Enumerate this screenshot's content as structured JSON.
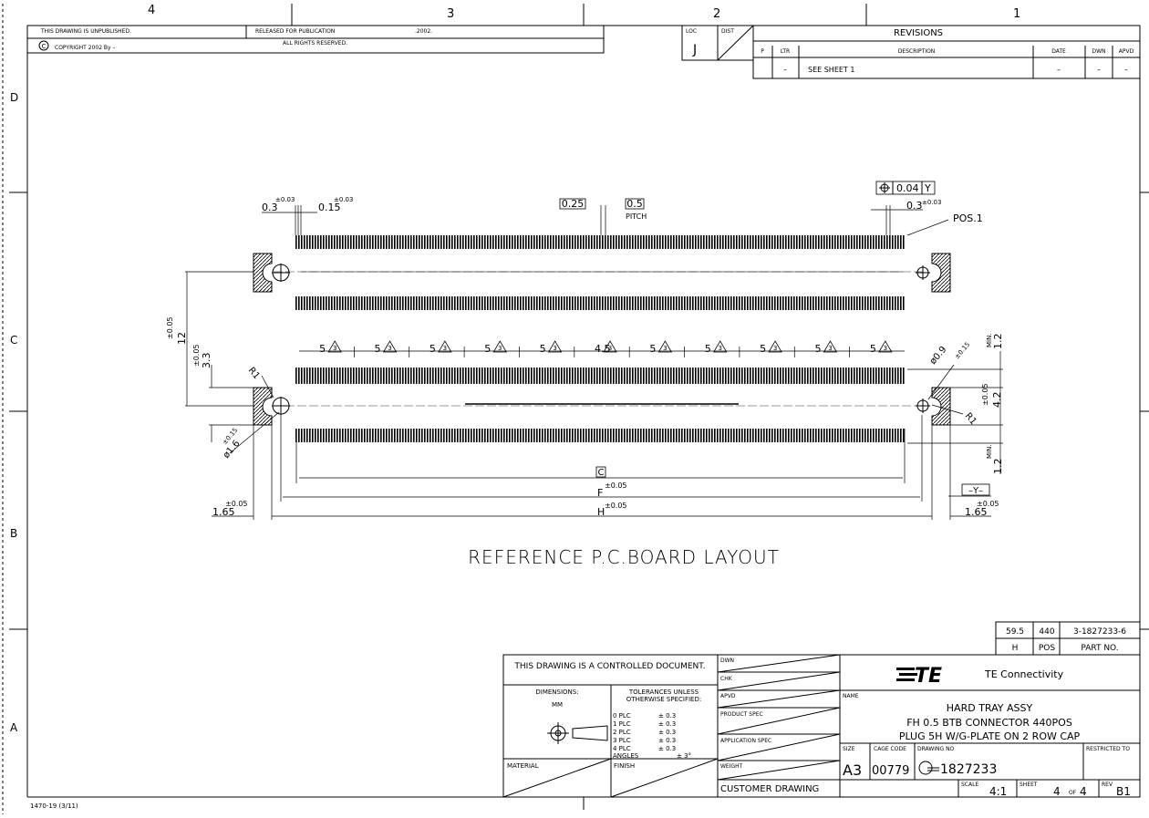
{
  "border": {
    "zones_top": [
      "4",
      "3",
      "2",
      "1"
    ],
    "zones_side": [
      "D",
      "C",
      "B",
      "A"
    ]
  },
  "header": {
    "unpublished": "THIS DRAWING IS UNPUBLISHED.",
    "released": "RELEASED FOR PUBLICATION",
    "year": ".2002.",
    "copyright_symbol": "C",
    "copyright": "COPYRIGHT 2002  By –",
    "rights": "ALL RIGHTS RESERVED.",
    "loc_label": "LOC",
    "loc_value": "J",
    "dist_label": "DIST"
  },
  "revisions": {
    "title": "REVISIONS",
    "columns": [
      "P",
      "LTR",
      "DESCRIPTION",
      "DATE",
      "DWN",
      "APVD"
    ],
    "row": [
      "",
      "–",
      "SEE SHEET 1",
      "–",
      "–",
      "–"
    ]
  },
  "dims": {
    "tol_003": "±0.03",
    "d_03": "0.3",
    "d_015": "0.15",
    "pitch_box": "0.25",
    "pitch_val": "0.5",
    "pitch_label": "PITCH",
    "gtol_value": "0.04",
    "gtol_datum": "Y",
    "pos1": "POS.1",
    "v_12": "12",
    "v_12_tol": "±0.05",
    "v_33": "3.3",
    "v_33_tol": "±0.05",
    "r1": "R1",
    "dia_left": "ø1.6",
    "dia_left_tol": "±0.15",
    "dia_right": "ø0.9",
    "dia_right_tol": "±0.15",
    "min12": "1.2",
    "min_label": "MIN.",
    "v_42": "4.2",
    "v_42_tol": "±0.05",
    "pitch_groups": [
      "5",
      "5",
      "5",
      "5",
      "5",
      "4.5",
      "5",
      "5",
      "5",
      "5",
      "5"
    ],
    "flag": "3",
    "c_box": "C",
    "f_label": "F",
    "h_label": "H",
    "tol_005": "±0.05",
    "d_165": "1.65",
    "datum_y": "–Y–"
  },
  "layout_title": "REFERENCE P.C.BOARD LAYOUT",
  "part_table": {
    "values": [
      "59.5",
      "440",
      "3-1827233-6"
    ],
    "labels": [
      "H",
      "POS",
      "PART NO."
    ]
  },
  "title_block": {
    "controlled": "THIS DRAWING IS A CONTROLLED DOCUMENT.",
    "dimensions_label": "DIMENSIONS:",
    "dimensions_unit": "MM",
    "tol_title_1": "TOLERANCES UNLESS",
    "tol_title_2": "OTHERWISE SPECIFIED:",
    "tolerances": [
      {
        "label": "0  PLC",
        "value": "± 0.3"
      },
      {
        "label": "1  PLC",
        "value": "± 0.3"
      },
      {
        "label": "2  PLC",
        "value": "± 0.3"
      },
      {
        "label": "3  PLC",
        "value": "± 0.3"
      },
      {
        "label": "4  PLC",
        "value": "± 0.3"
      }
    ],
    "angles_label": "ANGLES",
    "angles_value": "± 3°",
    "material": "MATERIAL",
    "finish": "FINISH",
    "sign_labels": [
      "DWN",
      "CHK",
      "APVD",
      "PRODUCT SPEC",
      "APPLICATION SPEC",
      "WEIGHT"
    ],
    "customer": "CUSTOMER DRAWING",
    "company_logo": "TE",
    "company": "TE Connectivity",
    "name_label": "NAME",
    "name_lines": [
      "HARD TRAY ASSY",
      "FH 0.5 BTB CONNECTOR 440POS",
      "PLUG 5H W/G-PLATE ON 2 ROW CAP"
    ],
    "size_label": "SIZE",
    "size": "A3",
    "cage_label": "CAGE CODE",
    "cage": "00779",
    "drawing_label": "DRAWING NO",
    "drawing_no": "1827233",
    "restricted": "RESTRICTED TO",
    "scale_label": "SCALE",
    "scale": "4:1",
    "sheet_label": "SHEET",
    "sheet": "4",
    "sheet_of": "OF",
    "sheet_total": "4",
    "rev_label": "REV",
    "rev": "B1"
  },
  "form_no": "1470-19  (3/11)"
}
